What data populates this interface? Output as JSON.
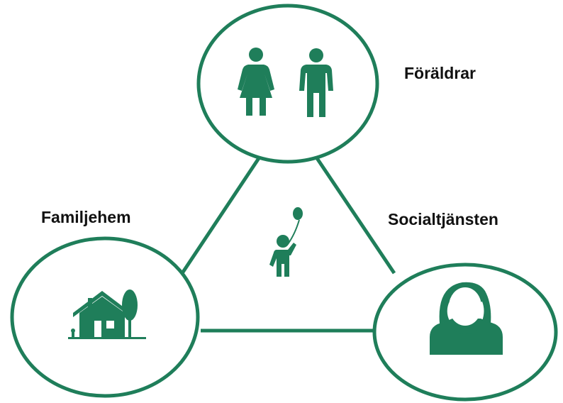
{
  "colors": {
    "accent": "#1f7e5a",
    "text": "#111111",
    "background": "#ffffff"
  },
  "labels": {
    "parents": "Föräldrar",
    "foster_family": "Familjehem",
    "social_services": "Socialtjänsten"
  },
  "icons": {
    "parents": [
      "woman-icon",
      "man-icon"
    ],
    "foster_family": "house-with-tree-icon",
    "social_services": "woman-bust-icon",
    "center": "child-with-balloon-icon"
  }
}
